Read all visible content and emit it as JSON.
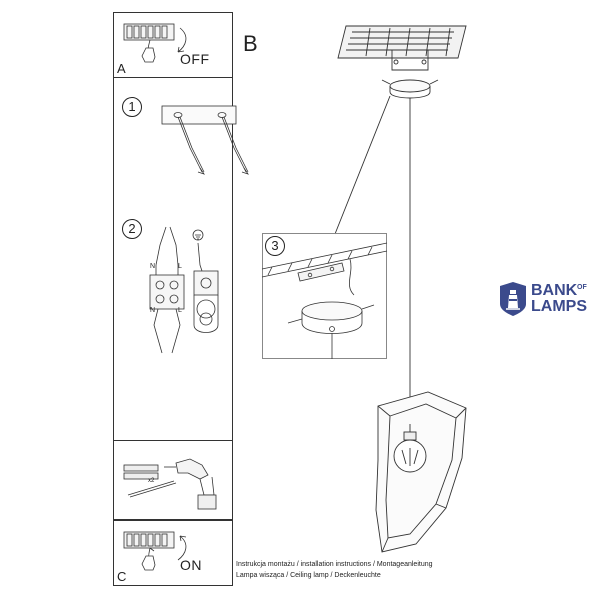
{
  "diagram": {
    "section_b_label": "B",
    "panel_a": {
      "letter": "A",
      "switch_text": "OFF"
    },
    "panel_c": {
      "letter": "C",
      "switch_text": "ON"
    },
    "steps": [
      {
        "number": "1"
      },
      {
        "number": "2",
        "left_terminal": "N",
        "right_terminal": "L"
      },
      {
        "number": "3"
      }
    ],
    "screws_count": "x2",
    "caption_lines": [
      "Instrukcja montażu / installation instructions / Montageanleitung",
      "Lampa wisząca / Ceiling lamp  / Deckenleuchte"
    ]
  },
  "brand": {
    "name_line1": "BANK",
    "name_of": "OF",
    "name_line2": "LAMPS",
    "color": "#3b4a8c"
  }
}
